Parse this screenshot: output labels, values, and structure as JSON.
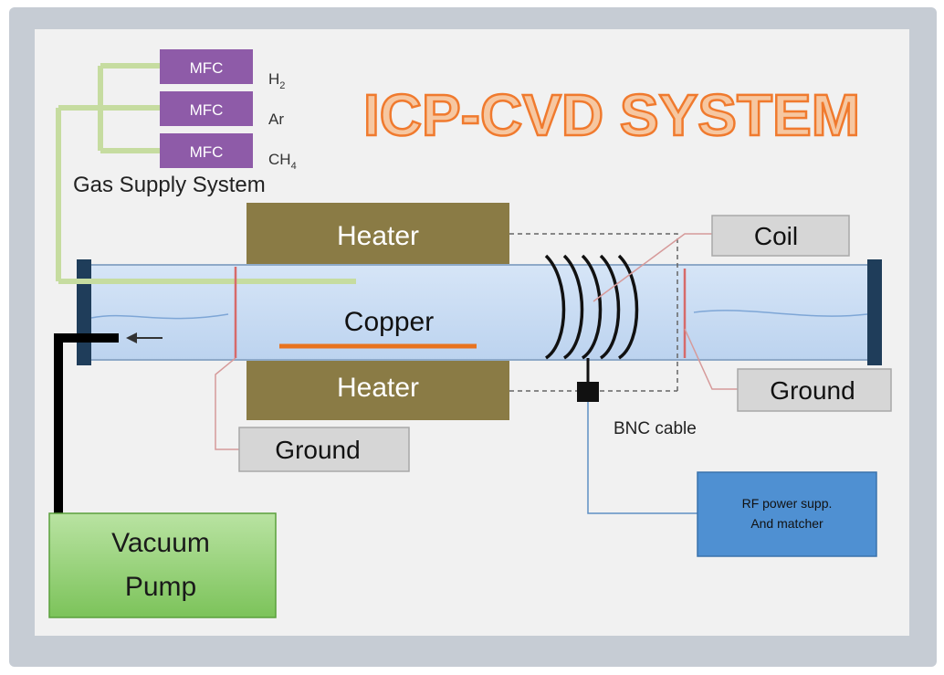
{
  "title": "ICP-CVD SYSTEM",
  "gas_supply": {
    "mfc_label": "MFC",
    "gases": [
      "H",
      "Ar",
      "CH"
    ],
    "gas_subscripts": [
      "2",
      "",
      "4"
    ],
    "system_label": "Gas Supply System"
  },
  "heater_top": "Heater",
  "heater_bottom": "Heater",
  "copper": "Copper",
  "coil": "Coil",
  "ground_left": "Ground",
  "ground_right": "Ground",
  "bnc": "BNC cable",
  "rf_power": {
    "line1": "RF power supp.",
    "line2": "And matcher"
  },
  "vacuum_pump": {
    "line1": "Vacuum",
    "line2": "Pump"
  },
  "colors": {
    "frame_outer": "#c9ced5",
    "frame_inner": "#f2f2f2",
    "title": "#f07a2e",
    "mfc": "#8e5ba8",
    "heater": "#8a7b45",
    "tube": "#c9dbf3",
    "gas_line": "#c6dca0",
    "copper": "#e8731f",
    "label_box": "#d6d6d6",
    "rf_box": "#4f90d2",
    "pump": "#8fcf70"
  }
}
